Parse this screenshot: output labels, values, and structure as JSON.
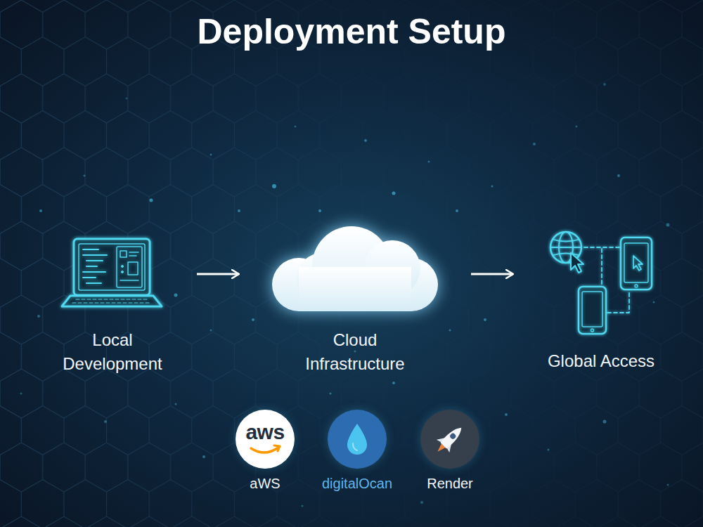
{
  "diagram": {
    "title": "Deployment Setup",
    "nodes": [
      {
        "text": [
          "Local Development"
        ]
      },
      {
        "text": [
          "Cloud Infrastructure"
        ]
      },
      {
        "text": [
          "Global Access"
        ]
      },
      {
        "text": [
          "aws",
          "aWS"
        ]
      },
      {
        "text": [
          "digitalOcan"
        ]
      },
      {
        "text": [
          "Render"
        ]
      }
    ],
    "edges": [
      {
        "from": 0,
        "to": 1,
        "arrow": "to"
      },
      {
        "from": 1,
        "to": 2,
        "arrow": "to"
      }
    ]
  }
}
